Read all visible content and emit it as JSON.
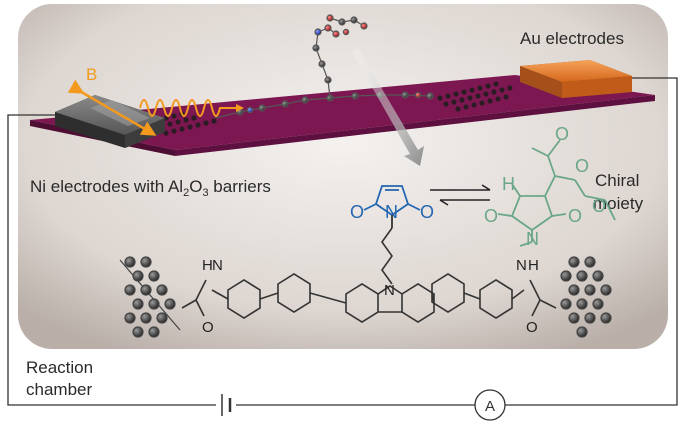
{
  "labels": {
    "au_electrodes": "Au electrodes",
    "ni_electrodes_prefix": "Ni electrodes with Al",
    "ni_sub1": "2",
    "ni_mid": "O",
    "ni_sub2": "3",
    "ni_suffix": " barriers",
    "chiral": "Chiral",
    "moiety": "moiety",
    "reaction": "Reaction",
    "chamber": "chamber",
    "ammeter": "A",
    "field": "B",
    "atoms": {
      "h_linker_left": "H",
      "n_linker_left": "N",
      "h_linker_right": "H",
      "n_linker_right": "N",
      "o_linker_left": "O",
      "o_linker_right": "O",
      "n_carbazole": "N",
      "n_maleimide": "N",
      "o_maleimide_left": "O",
      "o_maleimide_right": "O",
      "h_chiral": "H",
      "o_chiral_top": "O",
      "o_chiral_ester1": "O",
      "o_chiral_ester2": "O",
      "o_chiral_left": "O",
      "o_chiral_right": "O",
      "n_chiral": "N"
    }
  },
  "colors": {
    "substrate": "#7a1450",
    "chamber_bg": "#d9d1cc",
    "au": "#e07a2a",
    "ni": "#4a4a4a",
    "orange": "#f39a1e",
    "teal": "#6aa68a",
    "blue": "#2466b0",
    "circuit": "#333333"
  }
}
